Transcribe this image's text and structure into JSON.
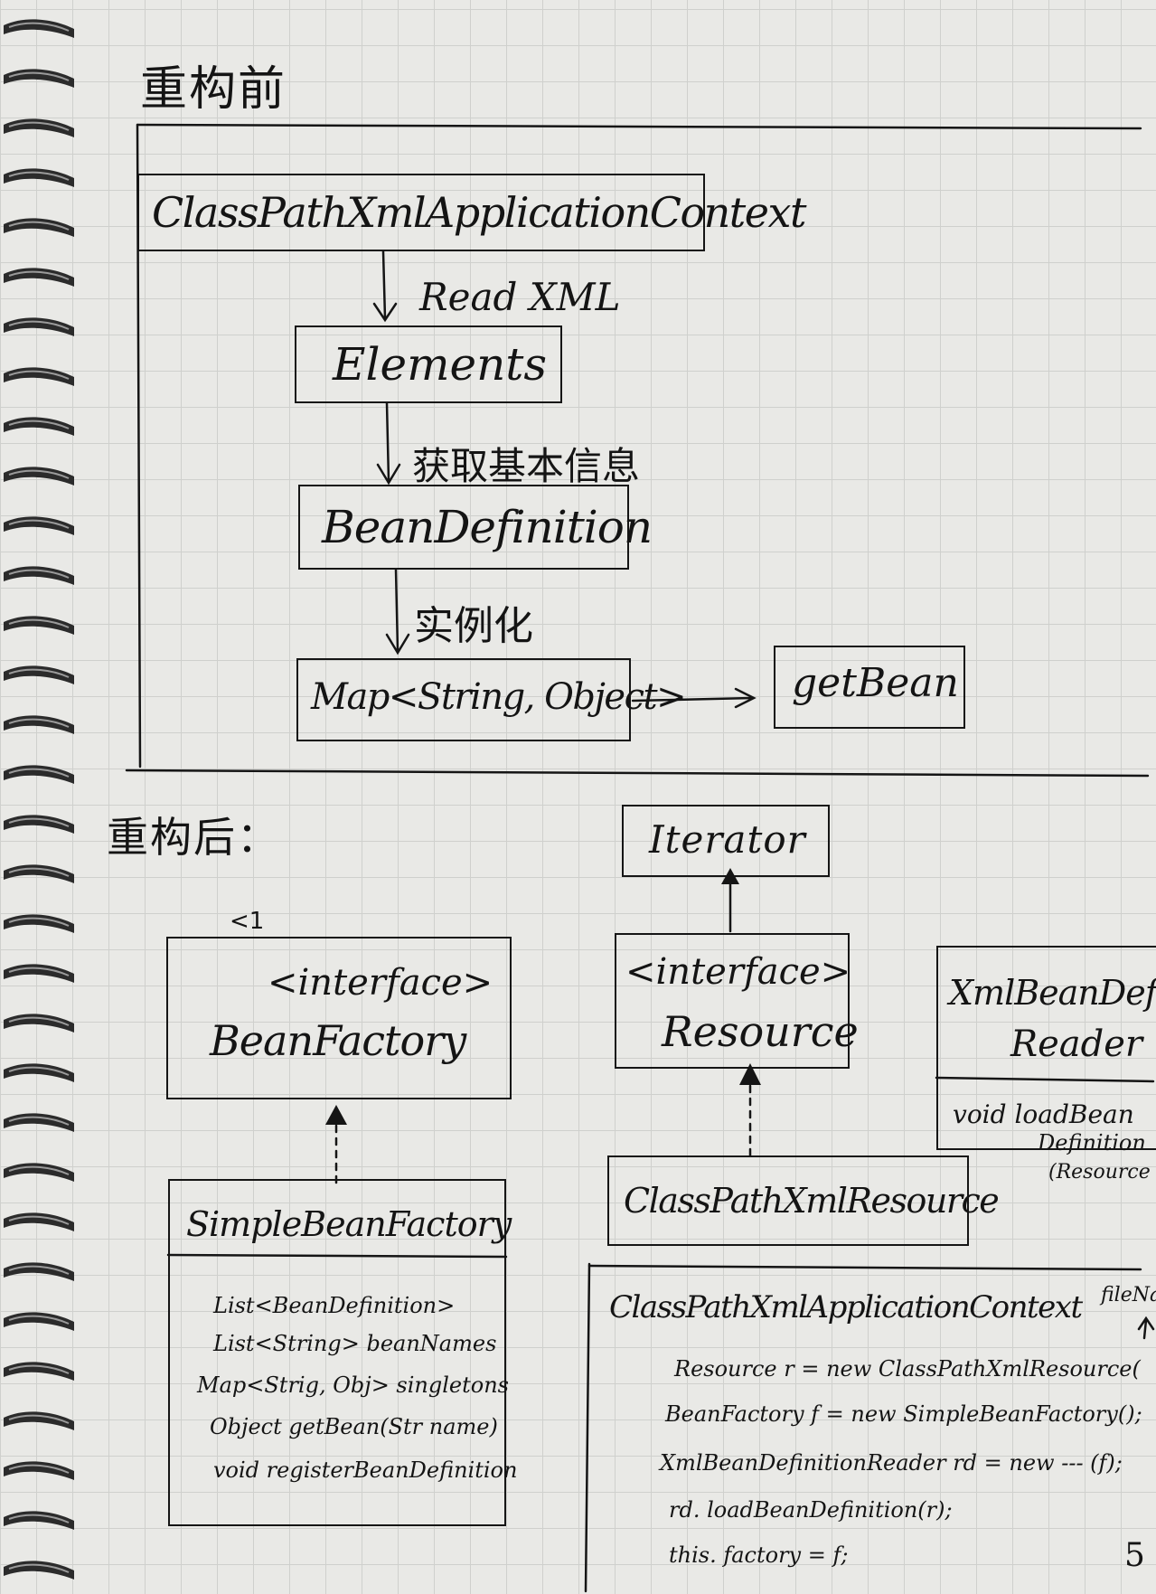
{
  "before": {
    "title": "重构前",
    "context_box": "ClassPathXmlApplicationContext",
    "edge_read": "Read XML",
    "elements_box": "Elements",
    "edge_info": "获取基本信息",
    "definition_box": "BeanDefinition",
    "edge_instantiate": "实例化",
    "map_box": "Map<String, Object>",
    "getbean_box": "getBean"
  },
  "after": {
    "title": "重构后：",
    "lt_mark": "<1",
    "iterator_box": "Iterator",
    "resource_stereo": "<interface>",
    "resource_name": "Resource",
    "beanfactory_stereo": "<interface>",
    "beanfactory_name": "BeanFactory",
    "reader_name_1": "XmlBeanDefini",
    "reader_name_2": "Reader",
    "reader_method_1": "void loadBean",
    "reader_method_2": "Definition",
    "reader_method_3": "(Resource r",
    "cpx_resource_box": "ClassPathXmlResource",
    "simple_name": "SimpleBeanFactory",
    "simple_members": [
      "List<BeanDefinition>",
      "List<String> beanNames",
      "Map<Strig, Obj> singletons",
      "Object getBean(Str name)",
      "void registerBeanDefinition"
    ],
    "context_title": "ClassPathXmlApplicationContext",
    "context_param": "fileNa",
    "context_code": [
      "Resource r = new ClassPathXmlResource(",
      "BeanFactory f = new SimpleBeanFactory();",
      "XmlBeanDefinitionReader rd = new --- (f);",
      "rd. loadBeanDefinition(r);",
      "this. factory = f;"
    ],
    "page_number": "5"
  }
}
